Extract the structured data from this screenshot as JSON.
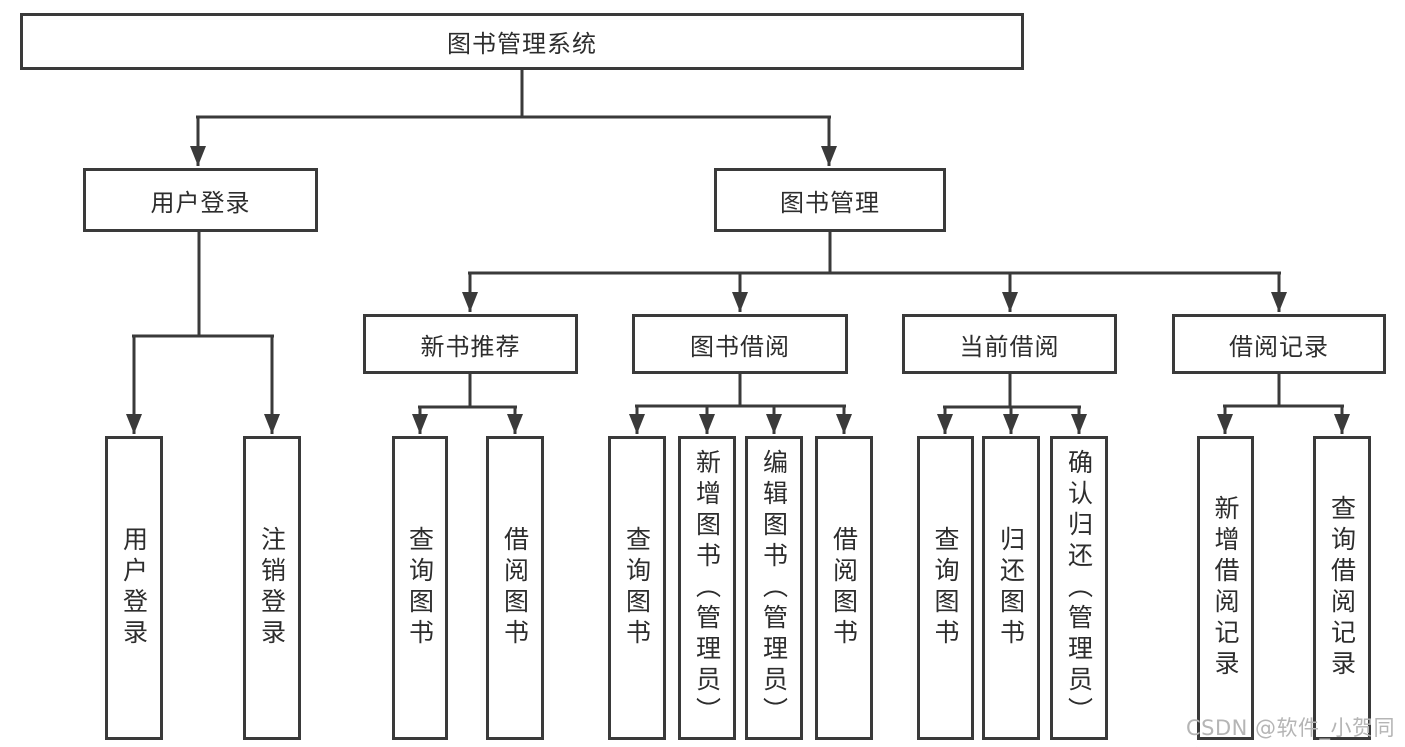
{
  "diagram": {
    "root_label": "图书管理系统",
    "level2": [
      {
        "label": "用户登录"
      },
      {
        "label": "图书管理"
      }
    ],
    "level3": [
      {
        "label": "新书推荐"
      },
      {
        "label": "图书借阅"
      },
      {
        "label": "当前借阅"
      },
      {
        "label": "借阅记录"
      }
    ],
    "leaves": {
      "login": [
        "用户登录",
        "注销登录"
      ],
      "recommend": [
        "查询图书",
        "借阅图书"
      ],
      "borrow": [
        "查询图书",
        "新增图书（管理员）",
        "编辑图书（管理员）",
        "借阅图书"
      ],
      "current": [
        "查询图书",
        "归还图书",
        "确认归还（管理员）"
      ],
      "records": [
        "新增借阅记录",
        "查询借阅记录"
      ]
    },
    "colors": {
      "line": "#3a3a3a",
      "text": "#2d2d2d",
      "watermark": "#b5b5b5",
      "background": "#ffffff"
    }
  },
  "watermark": {
    "text": "CSDN @软件_小贺同学"
  }
}
